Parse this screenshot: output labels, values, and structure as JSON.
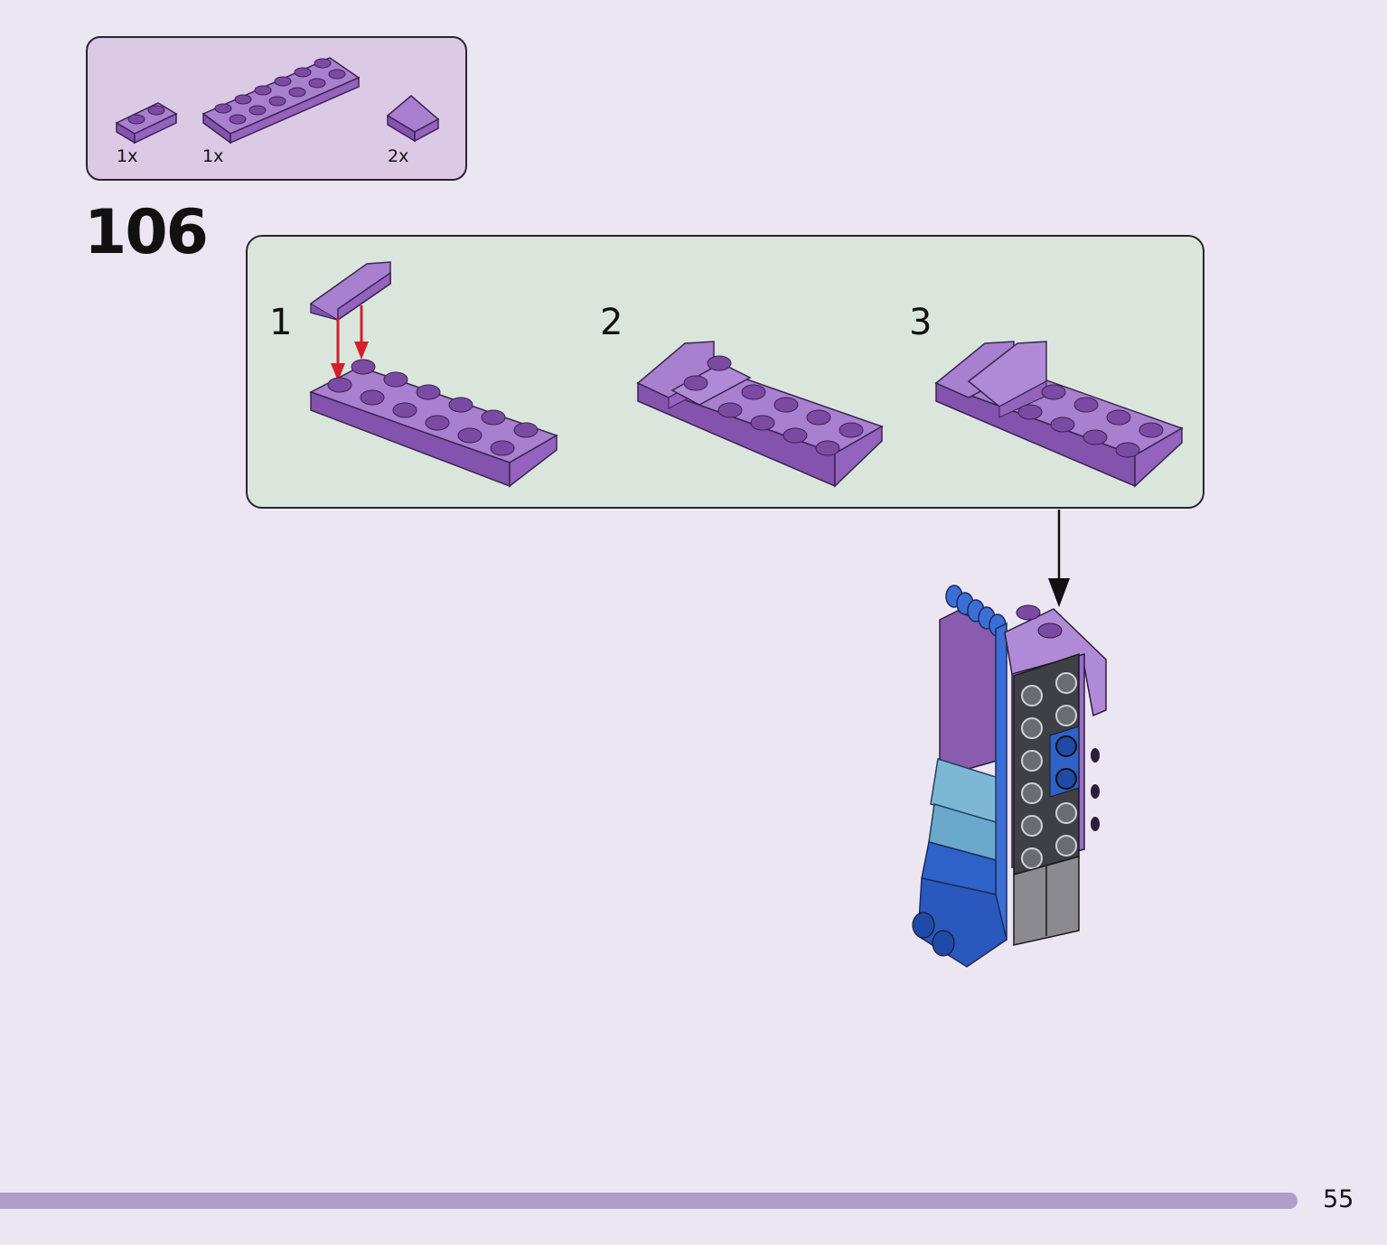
{
  "parts_list": {
    "items": [
      {
        "quantity": "1x",
        "part": "plate-1x2-purple"
      },
      {
        "quantity": "1x",
        "part": "plate-2x6-purple"
      },
      {
        "quantity": "2x",
        "part": "slope-purple"
      }
    ]
  },
  "step": {
    "number": "106"
  },
  "sub_steps": [
    {
      "label": "1"
    },
    {
      "label": "2"
    },
    {
      "label": "3"
    }
  ],
  "colors": {
    "page_background": "#ece5f2",
    "parts_box_fill": "#dcc9e6",
    "substep_box_fill": "#dae6dc",
    "brick_purple": "#9b6cc4",
    "arrow_red": "#d3202a",
    "footer_bar": "#b29ccb"
  },
  "footer": {
    "page_number": "55"
  }
}
